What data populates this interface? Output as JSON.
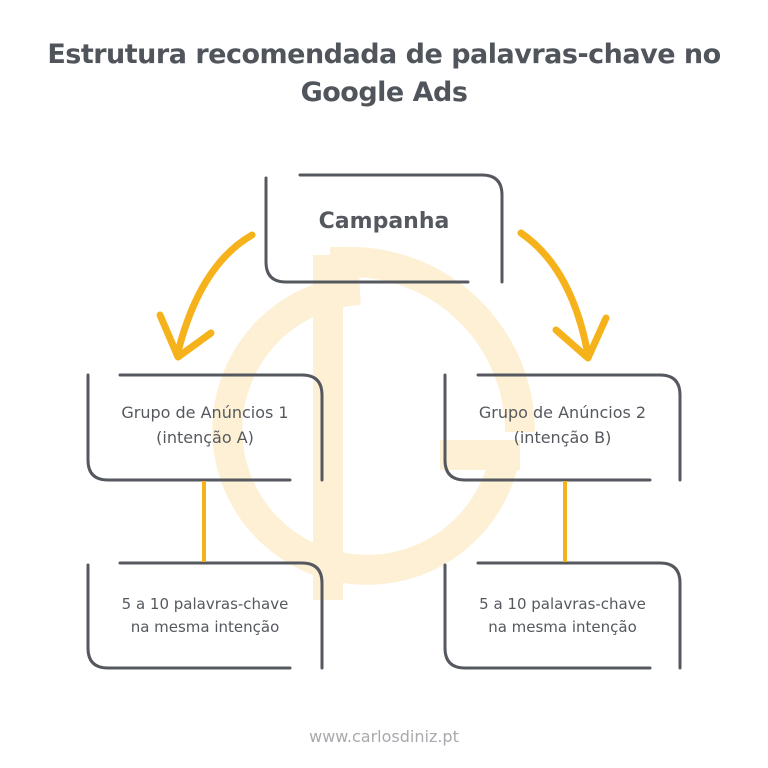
{
  "title": {
    "line1": "Estrutura recomendada de palavras-chave no",
    "line2": "Google Ads"
  },
  "diagram": {
    "root": {
      "label": "Campanha"
    },
    "groups": [
      {
        "line1": "Grupo de Anúncios 1",
        "line2": "(intenção A)",
        "keywords": {
          "line1": "5 a 10 palavras-chave",
          "line2": "na mesma intenção"
        }
      },
      {
        "line1": "Grupo de Anúncios 2",
        "line2": "(intenção B)",
        "keywords": {
          "line1": "5 a 10 palavras-chave",
          "line2": "na mesma intenção"
        }
      }
    ],
    "icons": {
      "left_arrow": "curved-arrow-down-left-icon",
      "right_arrow": "curved-arrow-down-right-icon",
      "watermark": "dg-logo-watermark"
    }
  },
  "colors": {
    "box_stroke": "#55595f",
    "accent": "#f6b21b",
    "watermark": "#fdf0d4",
    "text": "#50555c",
    "footer": "#a7a9ad"
  },
  "footer": {
    "url": "www.carlosdiniz.pt"
  }
}
